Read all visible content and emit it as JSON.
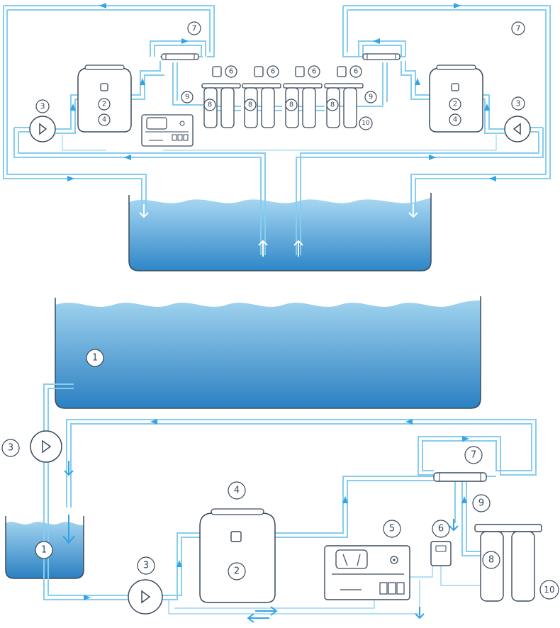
{
  "colors": {
    "water_top": "#a8d8f2",
    "water_bottom": "#2e86c8",
    "pipe_light": "#86cdef",
    "pipe_dark": "#2f9ad8",
    "outline": "#3a4a5c",
    "arrow": "#35a3e3",
    "background": "#ffffff"
  },
  "labels": {
    "n1": "1",
    "n2": "2",
    "n3": "3",
    "n4": "4",
    "n5": "5",
    "n6": "6",
    "n7": "7",
    "n8": "8",
    "n9": "9",
    "n10": "10"
  }
}
